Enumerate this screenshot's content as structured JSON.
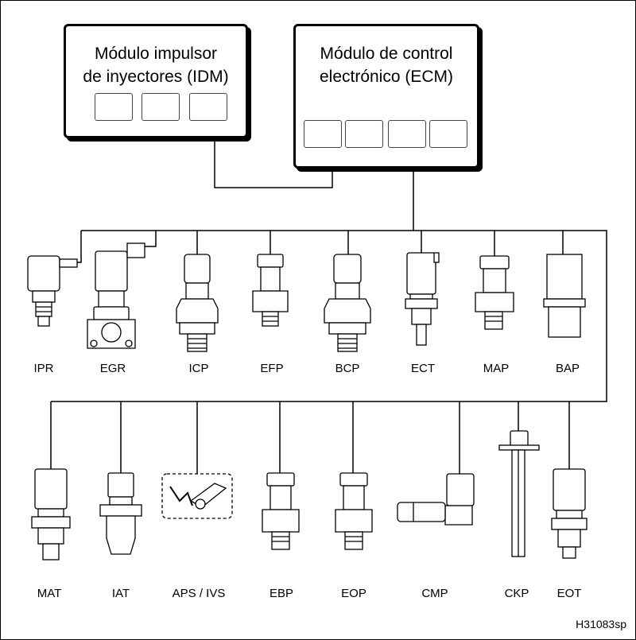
{
  "modules": {
    "idm": {
      "line1": "Módulo impulsor",
      "line2": "de inyectores (IDM)"
    },
    "ecm": {
      "line1": "Módulo de control",
      "line2": "electrónico (ECM)"
    }
  },
  "sensors_top": [
    "IPR",
    "EGR",
    "ICP",
    "EFP",
    "BCP",
    "ECT",
    "MAP",
    "BAP"
  ],
  "sensors_bottom": [
    "MAT",
    "IAT",
    "APS / IVS",
    "EBP",
    "EOP",
    "CMP",
    "CKP",
    "EOT"
  ],
  "figure_id": "H31083sp"
}
